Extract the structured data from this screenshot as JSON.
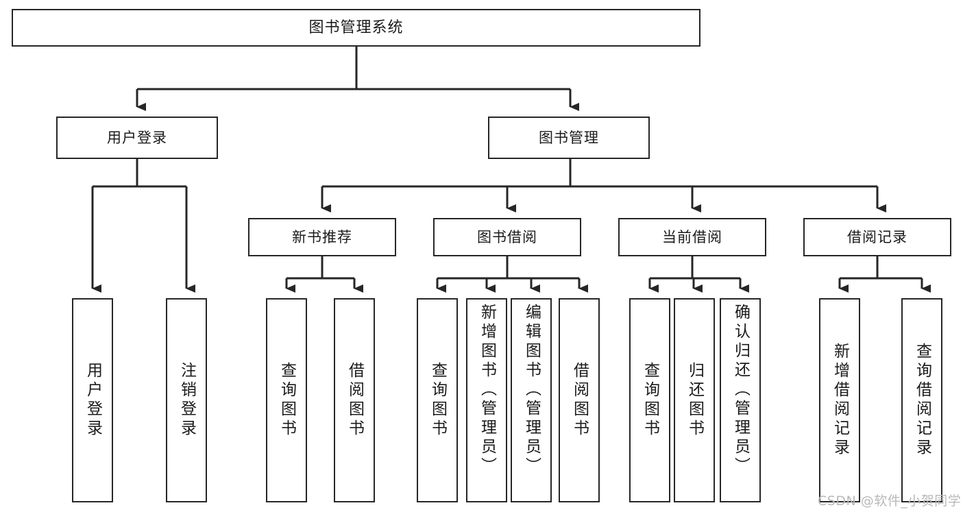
{
  "diagram": {
    "title": "图书管理系统",
    "watermark": "CSDN @软件_小贺同学",
    "colors": {
      "stroke": "#262626",
      "fill": "#ffffff",
      "text": "#1b1b1b",
      "watermark": "#b9b9b9"
    },
    "nodes": {
      "root": {
        "label": "图书管理系统"
      },
      "level2": [
        {
          "id": "user-login",
          "label": "用户登录"
        },
        {
          "id": "book-manage",
          "label": "图书管理"
        }
      ],
      "level3": [
        {
          "id": "new-book-recommend",
          "label": "新书推荐"
        },
        {
          "id": "book-borrow",
          "label": "图书借阅"
        },
        {
          "id": "current-borrow",
          "label": "当前借阅"
        },
        {
          "id": "borrow-record",
          "label": "借阅记录"
        }
      ],
      "leaves": [
        {
          "id": "leaf-user-login",
          "label": "用户登录",
          "parent": "user-login"
        },
        {
          "id": "leaf-logout",
          "label": "注销登录",
          "parent": "user-login"
        },
        {
          "id": "leaf-query-book-1",
          "label": "查询图书",
          "parent": "new-book-recommend"
        },
        {
          "id": "leaf-borrow-book-1",
          "label": "借阅图书",
          "parent": "new-book-recommend"
        },
        {
          "id": "leaf-query-book-2",
          "label": "查询图书",
          "parent": "book-borrow"
        },
        {
          "id": "leaf-add-book",
          "label": "新增图书（管理员）",
          "parent": "book-borrow"
        },
        {
          "id": "leaf-edit-book",
          "label": "编辑图书（管理员）",
          "parent": "book-borrow"
        },
        {
          "id": "leaf-borrow-book-2",
          "label": "借阅图书",
          "parent": "book-borrow"
        },
        {
          "id": "leaf-query-book-3",
          "label": "查询图书",
          "parent": "current-borrow"
        },
        {
          "id": "leaf-return-book",
          "label": "归还图书",
          "parent": "current-borrow"
        },
        {
          "id": "leaf-confirm-return",
          "label": "确认归还（管理员）",
          "parent": "current-borrow"
        },
        {
          "id": "leaf-add-record",
          "label": "新增借阅记录",
          "parent": "borrow-record"
        },
        {
          "id": "leaf-query-record",
          "label": "查询借阅记录",
          "parent": "borrow-record"
        }
      ]
    }
  }
}
